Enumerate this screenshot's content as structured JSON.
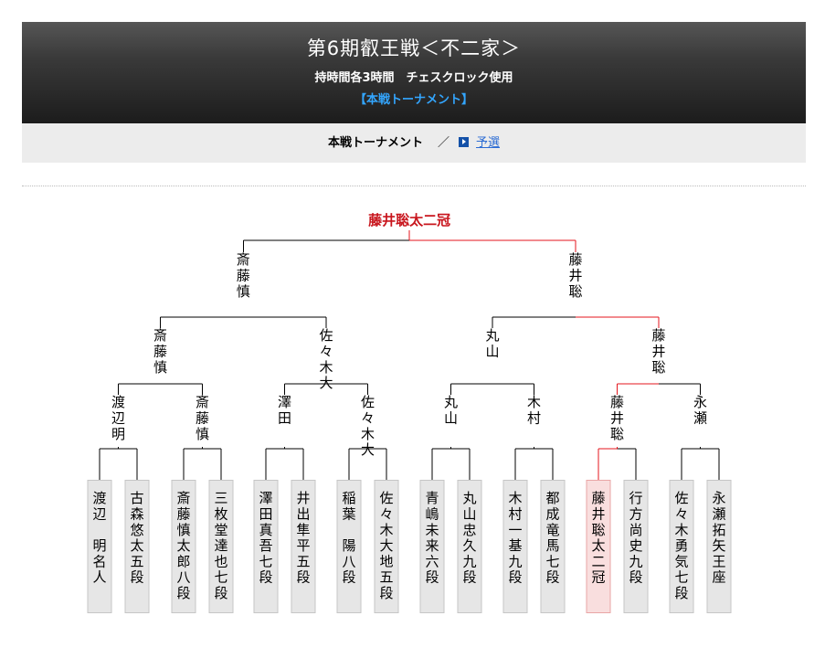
{
  "header": {
    "title": "第6期叡王戦＜不二家＞",
    "subtitle": "持時間各3時間　チェスクロック使用",
    "section": "【本戦トーナメント】"
  },
  "nav": {
    "current": "本戦トーナメント",
    "separator": "／",
    "link": "予選"
  },
  "colors": {
    "winner_path": "#e4161d",
    "winner_text": "#c8141c",
    "line": "#000000",
    "player_box": "#e6e6e6",
    "player_box_border": "#c6c6c6",
    "winner_box": "#f9dede",
    "winner_box_border": "#e9a6a6"
  },
  "tournament": {
    "champion": "藤井聡太二冠",
    "players": [
      "渡辺　明名人",
      "古森悠太五段",
      "斎藤慎太郎八段",
      "三枚堂達也七段",
      "澤田真吾七段",
      "井出隼平五段",
      "稲葉　陽八段",
      "佐々木大地五段",
      "青嶋未来六段",
      "丸山忠久九段",
      "木村一基九段",
      "都成竜馬七段",
      "藤井聡太二冠",
      "行方尚史九段",
      "佐々木勇気七段",
      "永瀬拓矢王座"
    ],
    "round1": [
      "渡辺明",
      "斎藤慎",
      "澤田",
      "佐々木大",
      "丸山",
      "木村",
      "藤井聡",
      "永瀬"
    ],
    "round2": [
      "斎藤慎",
      "佐々木大",
      "丸山",
      "藤井聡"
    ],
    "semifinal": [
      "斎藤慎",
      "藤井聡"
    ],
    "highlight_player_index": 12
  }
}
